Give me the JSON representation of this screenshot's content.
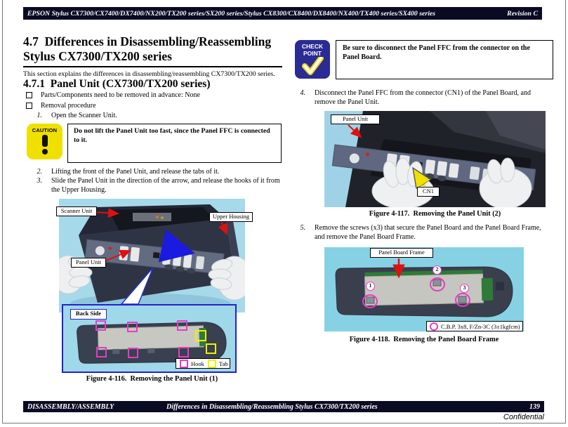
{
  "header": {
    "title": "EPSON Stylus CX7300/CX7400/DX7400/NX200/TX200 series/SX200 series/Stylus CX8300/CX8400/DX8400/NX400/TX400 series/SX400 series",
    "revision": "Revision C"
  },
  "left": {
    "title1": "4.7  Differences in Disassembling/Reassembling",
    "title2": "Stylus CX7300/TX200 series",
    "intro": "This section explains the differences in disassembling/reassembling CX7300/TX200 series.",
    "subtitle": "4.7.1  Panel Unit (CX7300/TX200 series)",
    "bullet1": "Parts/Components need to be removed in advance: None",
    "bullet2": "Removal procedure",
    "steps": [
      {
        "num": "1.",
        "text": "Open the Scanner Unit."
      },
      {
        "num": "2.",
        "text": "Lifting the front of the Panel Unit, and release the tabs of it."
      },
      {
        "num": "3.",
        "text": "Slide the Panel Unit in the direction of the arrow, and release the hooks of it from the Upper Housing."
      }
    ],
    "caution": {
      "label": "CAUTION",
      "text": "Do not lift the Panel Unit too fast, since the Panel FFC is connected to it."
    },
    "fig116": {
      "label_scanner": "Scanner Unit",
      "label_upper": "Upper Housing",
      "label_panel": "Panel Unit",
      "label_back": "Back Side",
      "legend_hook": "Hook",
      "legend_tab": "Tab",
      "caption": "Figure 4-116.  Removing the Panel Unit (1)"
    }
  },
  "right": {
    "checkpoint": {
      "line1": "CHECK",
      "line2": "POINT",
      "text": "Be sure to disconnect the Panel FFC from the connector on the Panel Board."
    },
    "steps": [
      {
        "num": "4.",
        "text": "Disconnect the Panel FFC from the connector (CN1) of the Panel Board, and remove the Panel Unit."
      },
      {
        "num": "5.",
        "text": "Remove the screws (x3) that secure the Panel Board and the Panel Board Frame, and remove the Panel Board Frame."
      }
    ],
    "fig117": {
      "label_panel": "Panel Unit",
      "label_cn1": "CN1",
      "caption": "Figure 4-117.  Removing the Panel Unit (2)"
    },
    "fig118": {
      "label_frame": "Panel Board Frame",
      "screws": [
        "1",
        "2",
        "3"
      ],
      "screw_spec": "C.B.P. 3x8, F/Zn-3C (3±1kgfcm)",
      "caption": "Figure 4-118.  Removing the Panel Board Frame"
    }
  },
  "footer": {
    "left": "DISASSEMBLY/ASSEMBLY",
    "center": "Differences in Disassembling/Reassembling Stylus CX7300/TX200 series",
    "page": "139",
    "confidential": "Confidential"
  },
  "colors": {
    "bar": "#0a0a23",
    "caution_yellow": "#f0e000",
    "checkpoint_blue": "#2b2b96",
    "hook_magenta": "#e63cc8",
    "tab_yellow": "#f0f000",
    "arrow_red": "#dd1111",
    "arrow_blue": "#1a1ae0",
    "photo_background": "#a6d9ea"
  }
}
